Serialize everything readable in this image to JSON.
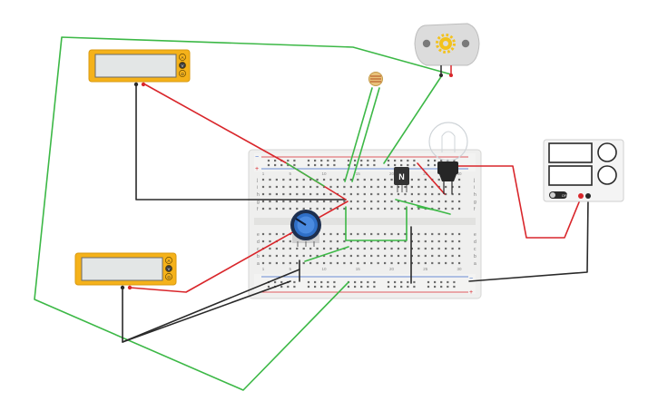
{
  "transistor": {
    "label": "N"
  },
  "multimeter_top": {
    "modes": [
      "A",
      "V",
      "Ω"
    ]
  },
  "multimeter_bottom": {
    "modes": [
      "A",
      "V",
      "Ω"
    ]
  },
  "power_supply": {
    "toggle_label": "OFF"
  },
  "breadboard": {
    "rail_plus": "+",
    "rail_minus": "−",
    "rows_top": [
      "j",
      "i",
      "h",
      "g",
      "f"
    ],
    "rows_bottom": [
      "e",
      "d",
      "c",
      "b",
      "a"
    ],
    "column_numbers": [
      "1",
      "5",
      "10",
      "15",
      "20",
      "25",
      "30"
    ]
  },
  "colors": {
    "wire_green": "#3cb846",
    "wire_red": "#d9262b",
    "wire_black": "#2a2a2a",
    "multimeter_body": "#f5b21a",
    "multimeter_screen": "#e3e6e6",
    "breadboard": "#efefee",
    "pot_knob": "#2f6fc7",
    "motor_body": "#dcdcdc",
    "transistor": "#333333"
  },
  "icons": [
    "gear-icon",
    "bulb-icon",
    "photoresistor-icon",
    "potentiometer-icon",
    "motor-icon"
  ]
}
